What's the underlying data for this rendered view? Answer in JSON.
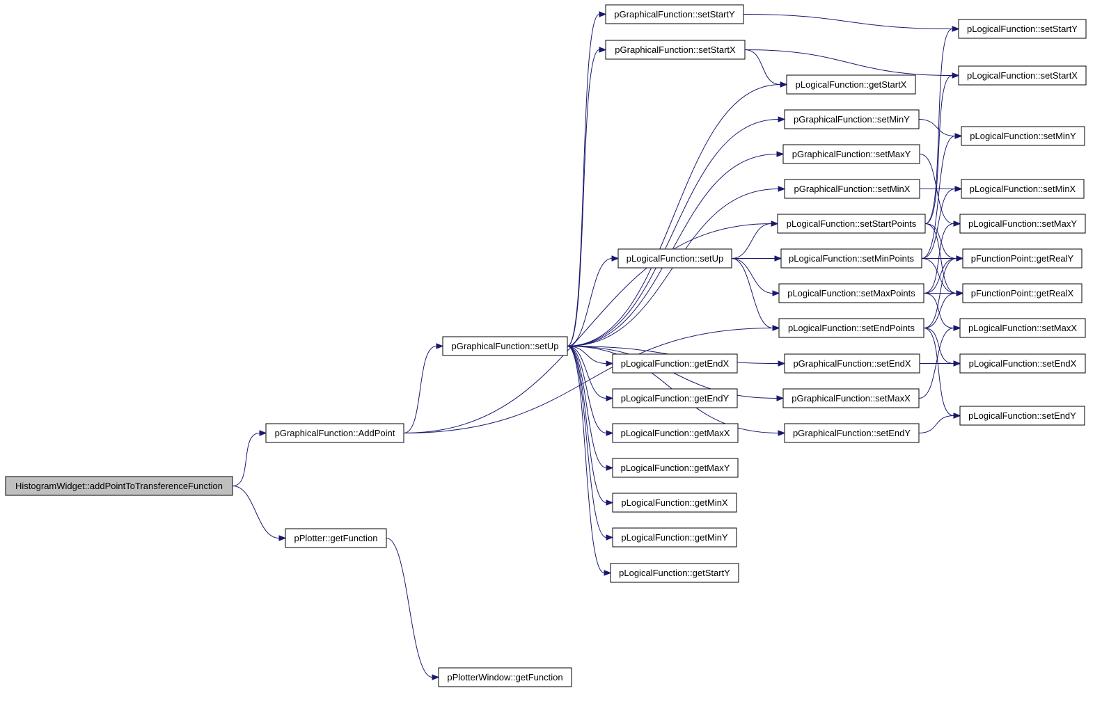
{
  "graph": {
    "edge_color": "#191970",
    "root_fill": "#bfbfbf",
    "nodes": [
      {
        "id": "root",
        "label": "HistogramWidget::addPointToTransferenceFunction",
        "root": true
      },
      {
        "id": "gAdd",
        "label": "pGraphicalFunction::AddPoint"
      },
      {
        "id": "pGet",
        "label": "pPlotter::getFunction"
      },
      {
        "id": "pwGet",
        "label": "pPlotterWindow::getFunction"
      },
      {
        "id": "gUp",
        "label": "pGraphicalFunction::setUp"
      },
      {
        "id": "gSSY",
        "label": "pGraphicalFunction::setStartY"
      },
      {
        "id": "gSSX",
        "label": "pGraphicalFunction::setStartX"
      },
      {
        "id": "lGSX",
        "label": "pLogicalFunction::getStartX"
      },
      {
        "id": "gMinY",
        "label": "pGraphicalFunction::setMinY"
      },
      {
        "id": "gMaxY",
        "label": "pGraphicalFunction::setMaxY"
      },
      {
        "id": "gMinX",
        "label": "pGraphicalFunction::setMinX"
      },
      {
        "id": "lSSP",
        "label": "pLogicalFunction::setStartPoints"
      },
      {
        "id": "lUp",
        "label": "pLogicalFunction::setUp"
      },
      {
        "id": "lMinP",
        "label": "pLogicalFunction::setMinPoints"
      },
      {
        "id": "lMaxP",
        "label": "pLogicalFunction::setMaxPoints"
      },
      {
        "id": "lEndP",
        "label": "pLogicalFunction::setEndPoints"
      },
      {
        "id": "gEndX",
        "label": "pGraphicalFunction::setEndX"
      },
      {
        "id": "gMaxX",
        "label": "pGraphicalFunction::setMaxX"
      },
      {
        "id": "gEndY",
        "label": "pGraphicalFunction::setEndY"
      },
      {
        "id": "lGEX",
        "label": "pLogicalFunction::getEndX"
      },
      {
        "id": "lGEY",
        "label": "pLogicalFunction::getEndY"
      },
      {
        "id": "lGMaxX",
        "label": "pLogicalFunction::getMaxX"
      },
      {
        "id": "lGMaxY",
        "label": "pLogicalFunction::getMaxY"
      },
      {
        "id": "lGMinX",
        "label": "pLogicalFunction::getMinX"
      },
      {
        "id": "lGMinY",
        "label": "pLogicalFunction::getMinY"
      },
      {
        "id": "lGSY",
        "label": "pLogicalFunction::getStartY"
      },
      {
        "id": "lSSY",
        "label": "pLogicalFunction::setStartY"
      },
      {
        "id": "lSSX",
        "label": "pLogicalFunction::setStartX"
      },
      {
        "id": "lSMinY",
        "label": "pLogicalFunction::setMinY"
      },
      {
        "id": "lSMinX",
        "label": "pLogicalFunction::setMinX"
      },
      {
        "id": "lSMaxY",
        "label": "pLogicalFunction::setMaxY"
      },
      {
        "id": "fpRY",
        "label": "pFunctionPoint::getRealY"
      },
      {
        "id": "fpRX",
        "label": "pFunctionPoint::getRealX"
      },
      {
        "id": "lSMaxX",
        "label": "pLogicalFunction::setMaxX"
      },
      {
        "id": "lSEX",
        "label": "pLogicalFunction::setEndX"
      },
      {
        "id": "lSEY",
        "label": "pLogicalFunction::setEndY"
      }
    ],
    "edges": [
      [
        "root",
        "gAdd"
      ],
      [
        "root",
        "pGet"
      ],
      [
        "pGet",
        "pwGet"
      ],
      [
        "gAdd",
        "gUp"
      ],
      [
        "gAdd",
        "lSSP"
      ],
      [
        "gAdd",
        "lEndP"
      ],
      [
        "gUp",
        "gSSY"
      ],
      [
        "gUp",
        "gSSX"
      ],
      [
        "gUp",
        "lGSX"
      ],
      [
        "gUp",
        "gMinY"
      ],
      [
        "gUp",
        "gMaxY"
      ],
      [
        "gUp",
        "gMinX"
      ],
      [
        "gUp",
        "lUp"
      ],
      [
        "gUp",
        "gEndX"
      ],
      [
        "gUp",
        "gEndY"
      ],
      [
        "gUp",
        "gMaxX"
      ],
      [
        "gUp",
        "lGEX"
      ],
      [
        "gUp",
        "lGEY"
      ],
      [
        "gUp",
        "lGMaxX"
      ],
      [
        "gUp",
        "lGMaxY"
      ],
      [
        "gUp",
        "lGMinX"
      ],
      [
        "gUp",
        "lGMinY"
      ],
      [
        "gUp",
        "lGSY"
      ],
      [
        "gSSY",
        "lSSY"
      ],
      [
        "gSSX",
        "lSSX"
      ],
      [
        "gSSX",
        "lGSX"
      ],
      [
        "gMinY",
        "lSMinY"
      ],
      [
        "gMaxY",
        "lSMaxY"
      ],
      [
        "gMinX",
        "lSMinX"
      ],
      [
        "lUp",
        "lSSP"
      ],
      [
        "lUp",
        "lMinP"
      ],
      [
        "lUp",
        "lMaxP"
      ],
      [
        "lUp",
        "lEndP"
      ],
      [
        "lSSP",
        "lSSY"
      ],
      [
        "lSSP",
        "lSSX"
      ],
      [
        "lSSP",
        "fpRY"
      ],
      [
        "lSSP",
        "fpRX"
      ],
      [
        "lMinP",
        "lSMinY"
      ],
      [
        "lMinP",
        "lSMinX"
      ],
      [
        "lMinP",
        "fpRY"
      ],
      [
        "lMinP",
        "fpRX"
      ],
      [
        "lMaxP",
        "lSMaxY"
      ],
      [
        "lMaxP",
        "lSMaxX"
      ],
      [
        "lMaxP",
        "fpRY"
      ],
      [
        "lMaxP",
        "fpRX"
      ],
      [
        "lEndP",
        "lSEX"
      ],
      [
        "lEndP",
        "lSEY"
      ],
      [
        "lEndP",
        "fpRY"
      ],
      [
        "lEndP",
        "fpRX"
      ],
      [
        "gEndX",
        "lSEX"
      ],
      [
        "gEndY",
        "lSEY"
      ],
      [
        "gMaxX",
        "lSMaxX"
      ]
    ]
  }
}
